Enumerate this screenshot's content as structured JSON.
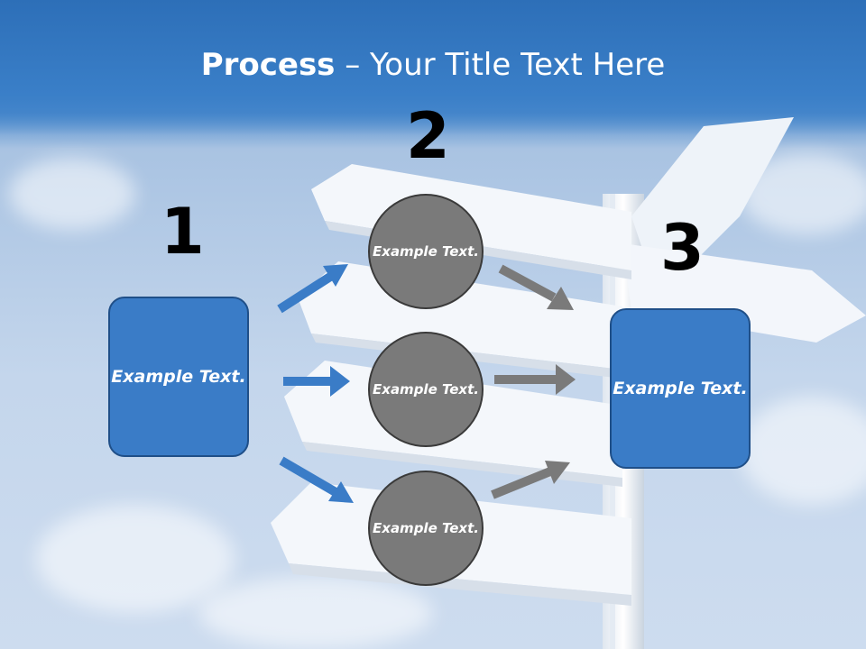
{
  "title": {
    "bold": "Process",
    "rest": " – Your Title Text Here"
  },
  "steps": {
    "one": {
      "number": "1",
      "text": "Example Text."
    },
    "two": {
      "number": "2"
    },
    "three": {
      "number": "3",
      "text": "Example Text."
    }
  },
  "circles": [
    {
      "text": "Example Text."
    },
    {
      "text": "Example Text."
    },
    {
      "text": "Example Text."
    }
  ],
  "colors": {
    "box": "#3a7cc7",
    "circle": "#7a7a7a",
    "arrow_blue": "#3a7cc7",
    "arrow_gray": "#7a7a7a"
  }
}
